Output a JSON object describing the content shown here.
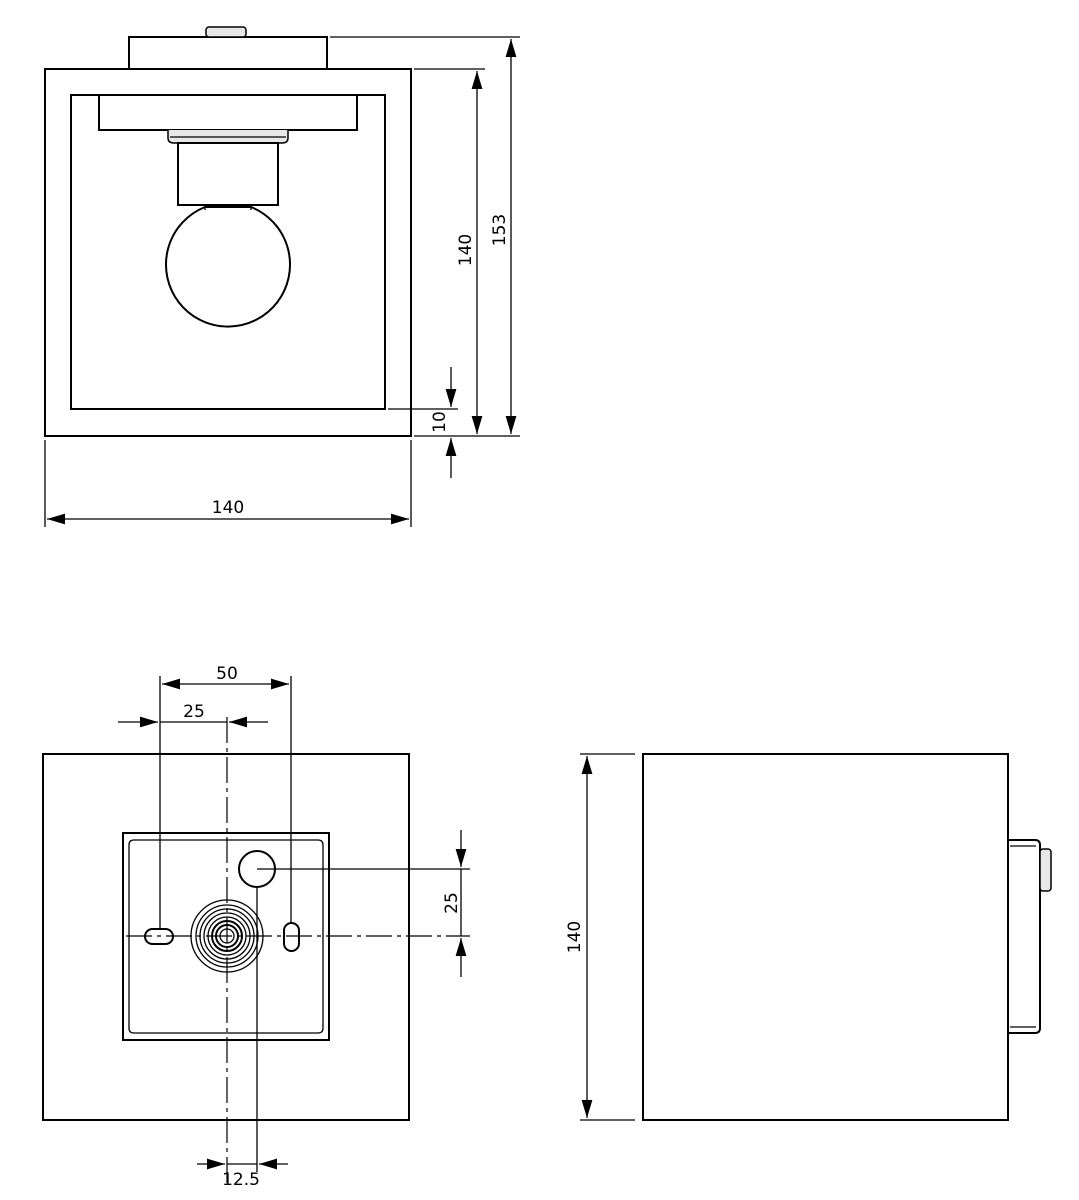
{
  "dimensions": {
    "front_width": "140",
    "front_height": "140",
    "overall_height": "153",
    "frame_thickness": "10",
    "bottom_hole_spacing": "50",
    "bottom_hole_offset": "25",
    "bottom_cable_offset_vertical": "25",
    "bottom_cable_offset_horizontal": "12.5",
    "side_height": "140"
  },
  "colors": {
    "line": "#000000",
    "background": "#ffffff",
    "fitting_fill": "#e8e8e8"
  }
}
